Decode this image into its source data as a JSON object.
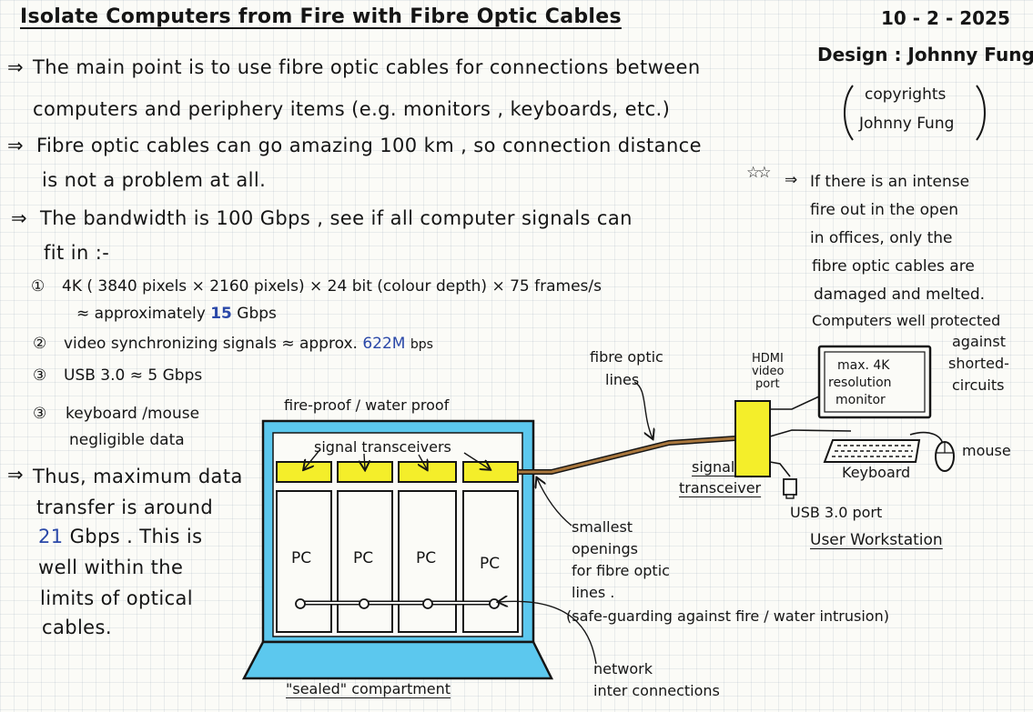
{
  "header": {
    "title": "Isolate Computers from Fire with Fibre Optic Cables",
    "date": "10 - 2 - 2025",
    "design": "Design : Johnny Fung",
    "copyright_line1": "copyrights",
    "copyright_line2": "Johnny Fung"
  },
  "notes": {
    "arrow": "⇒",
    "p1_line1": "The main point is to use fibre optic cables for connections between",
    "p1_line2": "computers and periphery items (e.g. monitors , keyboards, etc.)",
    "p2_line1": "Fibre optic cables can go amazing 100 km , so connection distance",
    "p2_line2": "is not a problem at all.",
    "p3_line1": "The bandwidth is 100 Gbps , see if all computer signals can",
    "p3_line2": "fit in :-",
    "i1_marker": "①",
    "i1_line1": "4K ( 3840 pixels × 2160 pixels) × 24 bit (colour depth) × 75 frames/s",
    "i1_line2a": "≈ approximately",
    "i1_line2b": "15",
    "i1_line2c": "Gbps",
    "i2_marker": "②",
    "i2_text_a": "video synchronizing signals ≈ approx.",
    "i2_text_b": "622M",
    "i2_text_c": "bps",
    "i3_marker": "③",
    "i3_text": "USB 3.0  ≈ 5 Gbps",
    "i4_marker": "③",
    "i4_line1": "keyboard /mouse",
    "i4_line2": "negligible data",
    "c_line1": "Thus, maximum data",
    "c_line2": "transfer is around",
    "c_line3a": "21",
    "c_line3b": "Gbps . This is",
    "c_line4": "well within the",
    "c_line5": "limits of optical",
    "c_line6": "cables."
  },
  "side_note": {
    "stars": "☆☆",
    "line1": "If there is an intense",
    "line2": "fire out in the open",
    "line3": "in offices, only the",
    "line4": "fibre optic cables are",
    "line5": "damaged and melted.",
    "line6": "Computers well protected",
    "line7": "against",
    "line8": "shorted-",
    "line9": "circuits"
  },
  "diagram": {
    "compartment_top_label": "fire-proof / water proof",
    "transceivers_label": "signal transceivers",
    "pc_labels": [
      "PC",
      "PC",
      "PC",
      "PC"
    ],
    "compartment_label": "\"sealed\" compartment",
    "openings_line1": "smallest",
    "openings_line2": "openings",
    "openings_line3": "for fibre optic",
    "openings_line4": "lines .",
    "openings_line5": "(safe-guarding against fire / water intrusion)",
    "network_line1": "network",
    "network_line2": "inter connections",
    "fibre_line1": "fibre optic",
    "fibre_line2": "lines",
    "hdmi_line1": "HDMI",
    "hdmi_line2": "video",
    "hdmi_line3": "port",
    "monitor_line1": "max. 4K",
    "monitor_line2": "resolution",
    "monitor_line3": "monitor",
    "signal_transceiver_line1": "signal",
    "signal_transceiver_line2": "transceiver",
    "keyboard_label": "Keyboard",
    "mouse_label": "mouse",
    "usb_label": "USB 3.0 port",
    "workstation_label": "User Workstation"
  },
  "colors": {
    "compartment_fill": "#5cc8ee",
    "transceiver_yellow": "#f4ee2a",
    "fibre_brown": "#a8763c",
    "ink": "#151515",
    "blue_ink": "#2a48a8"
  }
}
